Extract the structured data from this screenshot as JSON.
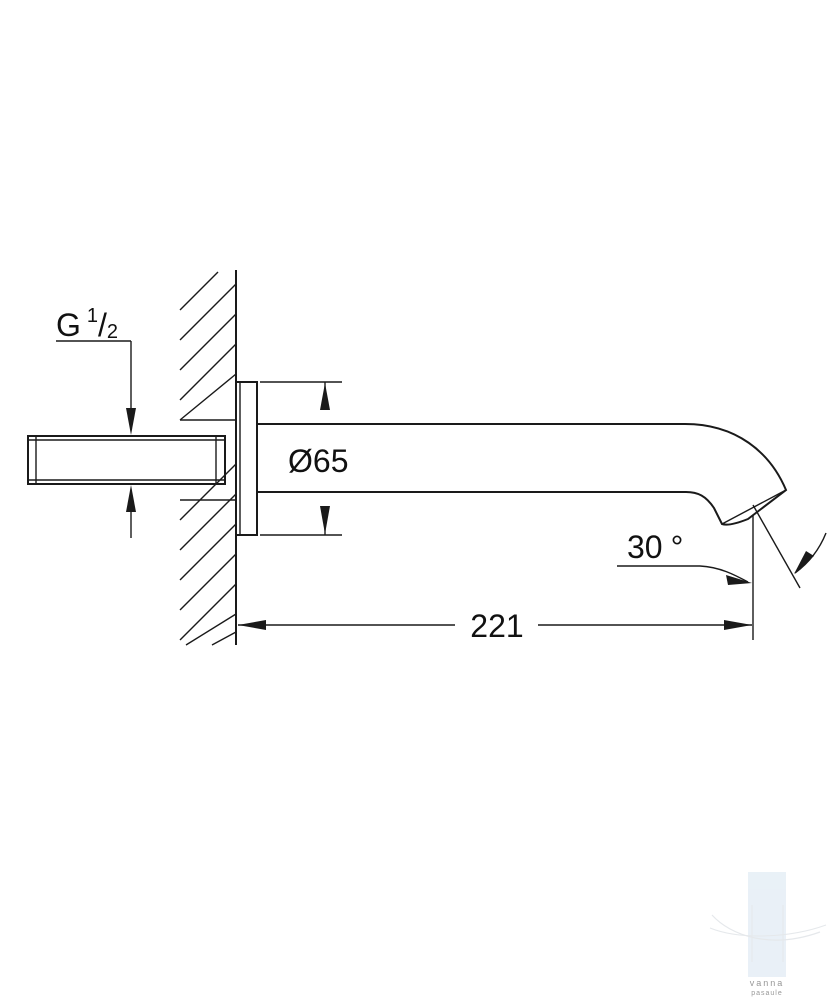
{
  "thread": {
    "prefix": "G",
    "numerator": "1",
    "slash": "/",
    "denominator": "2"
  },
  "diameter": {
    "symbol": "Ø",
    "value": "65"
  },
  "angle": {
    "value": "30",
    "unit": "°"
  },
  "length": {
    "value": "221"
  },
  "watermark": {
    "brand": "vanna",
    "sub": "pasaule"
  }
}
